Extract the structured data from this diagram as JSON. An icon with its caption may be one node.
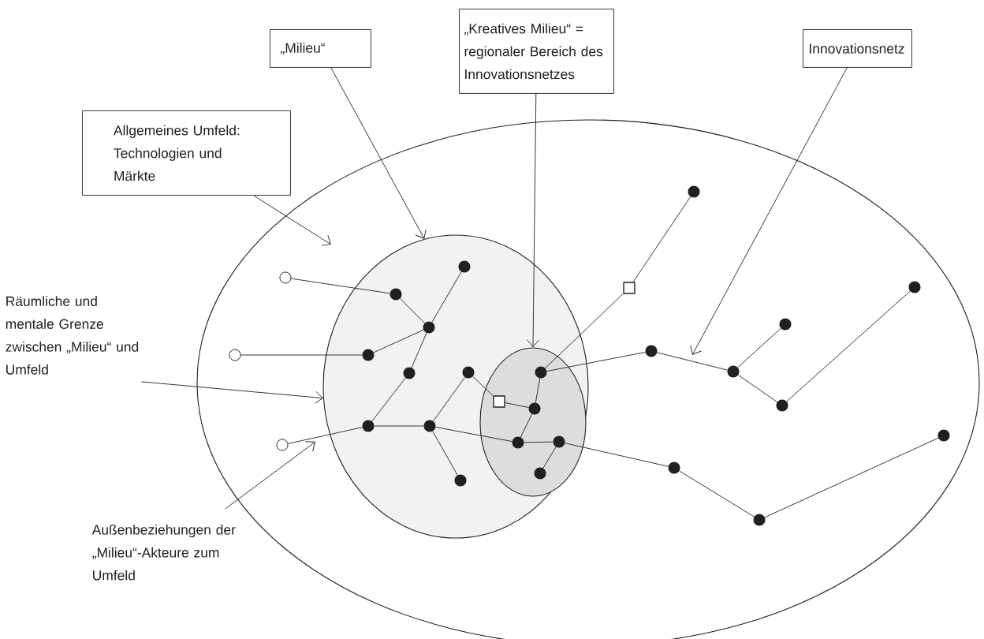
{
  "diagram": {
    "nodes": [
      {
        "text": [
          "„Milieu“"
        ]
      },
      {
        "text": [
          "„Kreatives Milieu“ = regionaler Bereich des Innovationsnetzes"
        ]
      },
      {
        "text": [
          "Innovationsnetz"
        ]
      },
      {
        "text": [
          "Allgemeines Umfeld: Technologien und Märkte"
        ]
      },
      {
        "text": [
          "Räumliche und mentale Grenze zwischen „Milieu“ und Umfeld"
        ]
      },
      {
        "text": [
          "Außenbeziehungen der „Milieu“-Akteure zum Umfeld"
        ]
      },
      {
        "text": [],
        "shape": "ellipse"
      },
      {
        "text": [],
        "shape": "circle",
        "in": 6
      },
      {
        "text": [],
        "shape": "ellipse",
        "in": 7
      },
      {
        "text": [],
        "shape": "circle",
        "in": 6
      },
      {
        "text": [],
        "shape": "circle",
        "in": 6
      },
      {
        "text": [],
        "shape": "circle",
        "in": 6
      },
      {
        "text": [],
        "shape": "dot",
        "in": 7
      },
      {
        "text": [],
        "shape": "dot",
        "in": 7
      },
      {
        "text": [],
        "shape": "dot",
        "in": 7
      },
      {
        "text": [],
        "shape": "dot",
        "in": 7
      },
      {
        "text": [],
        "shape": "dot",
        "in": 7
      },
      {
        "text": [],
        "shape": "dot",
        "in": 7
      },
      {
        "text": [],
        "shape": "dot",
        "in": 7
      },
      {
        "text": [],
        "shape": "dot",
        "in": 7
      },
      {
        "text": [],
        "shape": "dot",
        "in": 7
      },
      {
        "text": [],
        "shape": "box",
        "in": 8
      },
      {
        "text": [],
        "shape": "dot",
        "in": 8
      },
      {
        "text": [],
        "shape": "dot",
        "in": 8
      },
      {
        "text": [],
        "shape": "dot",
        "in": 8
      },
      {
        "text": [],
        "shape": "dot",
        "in": 8
      },
      {
        "text": [],
        "shape": "dot",
        "in": 8
      },
      {
        "text": [],
        "shape": "box",
        "in": 6
      },
      {
        "text": [],
        "shape": "dot",
        "in": 6
      },
      {
        "text": [],
        "shape": "dot",
        "in": 6
      },
      {
        "text": [],
        "shape": "dot",
        "in": 6
      },
      {
        "text": [],
        "shape": "dot",
        "in": 6
      },
      {
        "text": [],
        "shape": "dot",
        "in": 6
      },
      {
        "text": [],
        "shape": "dot",
        "in": 6
      },
      {
        "text": [],
        "shape": "dot",
        "in": 6
      },
      {
        "text": [],
        "shape": "dot",
        "in": 6
      },
      {
        "text": [],
        "shape": "dot",
        "in": 6
      }
    ],
    "edges": [
      {
        "from": 11,
        "to": 14,
        "arrow": "none"
      },
      {
        "from": 14,
        "to": 16,
        "arrow": "none"
      },
      {
        "from": 19,
        "to": 16,
        "arrow": "none"
      },
      {
        "from": 16,
        "to": 12,
        "arrow": "none"
      },
      {
        "from": 12,
        "to": 9,
        "arrow": "none"
      },
      {
        "from": 16,
        "to": 15,
        "arrow": "none"
      },
      {
        "from": 15,
        "to": 13,
        "arrow": "none"
      },
      {
        "from": 13,
        "to": 10,
        "arrow": "none"
      },
      {
        "from": 13,
        "to": 17,
        "arrow": "none"
      },
      {
        "from": 17,
        "to": 20,
        "arrow": "none"
      },
      {
        "from": 20,
        "to": 21,
        "arrow": "none"
      },
      {
        "from": 21,
        "to": 23,
        "arrow": "none"
      },
      {
        "from": 17,
        "to": 18,
        "arrow": "none"
      },
      {
        "from": 17,
        "to": 22,
        "arrow": "none"
      },
      {
        "from": 22,
        "to": 26,
        "arrow": "none"
      },
      {
        "from": 26,
        "to": 24,
        "arrow": "none"
      },
      {
        "from": 23,
        "to": 22,
        "arrow": "none"
      },
      {
        "from": 25,
        "to": 23,
        "arrow": "none"
      },
      {
        "from": 25,
        "to": 27,
        "arrow": "none"
      },
      {
        "from": 27,
        "to": 30,
        "arrow": "none"
      },
      {
        "from": 25,
        "to": 28,
        "arrow": "none"
      },
      {
        "from": 28,
        "to": 31,
        "arrow": "none"
      },
      {
        "from": 31,
        "to": 34,
        "arrow": "none"
      },
      {
        "from": 31,
        "to": 33,
        "arrow": "none"
      },
      {
        "from": 33,
        "to": 35,
        "arrow": "none"
      },
      {
        "from": 26,
        "to": 29,
        "arrow": "none"
      },
      {
        "from": 29,
        "to": 32,
        "arrow": "none"
      },
      {
        "from": 32,
        "to": 36,
        "arrow": "none"
      },
      {
        "from": 0,
        "to": 7,
        "arrow": "to"
      },
      {
        "from": 1,
        "to": 8,
        "arrow": "to"
      },
      {
        "from": 2,
        "to": null,
        "arrow": "to"
      },
      {
        "from": 3,
        "to": 6,
        "arrow": "to"
      },
      {
        "from": 4,
        "to": 7,
        "arrow": "to"
      },
      {
        "from": 5,
        "to": null,
        "arrow": "to"
      }
    ]
  }
}
